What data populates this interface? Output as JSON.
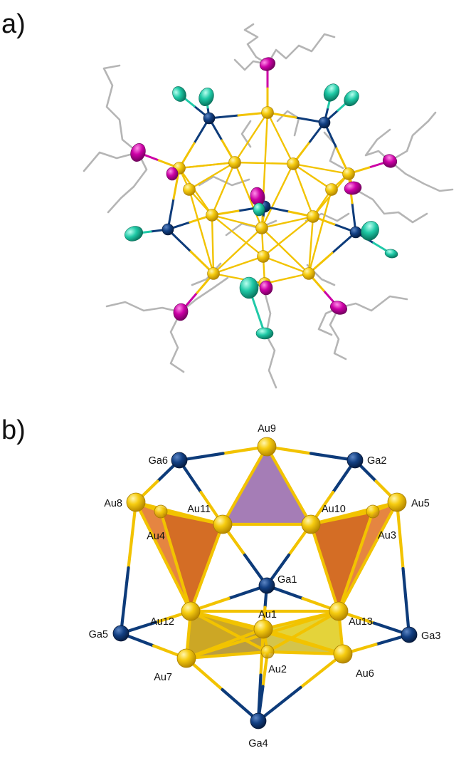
{
  "figure": {
    "panel_a": {
      "label": "a)"
    },
    "panel_b": {
      "label": "b)"
    },
    "colors": {
      "gold": "#f2c300",
      "gold_dark": "#c29200",
      "gallium": "#0d3b7a",
      "phosphorus": "#cc00a6",
      "chlorine": "#20c9a8",
      "carbon": "#b8b8b8",
      "polyhedron_purple": "#9b6fae",
      "polyhedron_orange": "#e07020",
      "polyhedron_olive": "#c9a219",
      "polyhedron_yellow": "#e3d12f"
    },
    "atoms_b": [
      {
        "id": "Au9",
        "label": "Au9",
        "element": "Au"
      },
      {
        "id": "Ga6",
        "label": "Ga6",
        "element": "Ga"
      },
      {
        "id": "Ga2",
        "label": "Ga2",
        "element": "Ga"
      },
      {
        "id": "Au11",
        "label": "Au11",
        "element": "Au"
      },
      {
        "id": "Au10",
        "label": "Au10",
        "element": "Au"
      },
      {
        "id": "Au8",
        "label": "Au8",
        "element": "Au"
      },
      {
        "id": "Au5",
        "label": "Au5",
        "element": "Au"
      },
      {
        "id": "Au4",
        "label": "Au4",
        "element": "Au"
      },
      {
        "id": "Au3",
        "label": "Au3",
        "element": "Au"
      },
      {
        "id": "Ga1",
        "label": "Ga1",
        "element": "Ga"
      },
      {
        "id": "Au1",
        "label": "Au1",
        "element": "Au"
      },
      {
        "id": "Au12",
        "label": "Au12",
        "element": "Au"
      },
      {
        "id": "Au13",
        "label": "Au13",
        "element": "Au"
      },
      {
        "id": "Ga5",
        "label": "Ga5",
        "element": "Ga"
      },
      {
        "id": "Ga3",
        "label": "Ga3",
        "element": "Ga"
      },
      {
        "id": "Au2",
        "label": "Au2",
        "element": "Au"
      },
      {
        "id": "Au7",
        "label": "Au7",
        "element": "Au"
      },
      {
        "id": "Au6",
        "label": "Au6",
        "element": "Au"
      },
      {
        "id": "Ga4",
        "label": "Ga4",
        "element": "Ga"
      }
    ],
    "bonds_b": [
      [
        "Au9",
        "Ga6"
      ],
      [
        "Au9",
        "Ga2"
      ],
      [
        "Au9",
        "Au11"
      ],
      [
        "Au9",
        "Au10"
      ],
      [
        "Au11",
        "Au10"
      ],
      [
        "Ga6",
        "Au11"
      ],
      [
        "Ga6",
        "Au8"
      ],
      [
        "Ga2",
        "Au10"
      ],
      [
        "Ga2",
        "Au5"
      ],
      [
        "Au8",
        "Au11"
      ],
      [
        "Au8",
        "Au4"
      ],
      [
        "Au8",
        "Au12"
      ],
      [
        "Au8",
        "Ga5"
      ],
      [
        "Au5",
        "Au10"
      ],
      [
        "Au5",
        "Au3"
      ],
      [
        "Au5",
        "Au13"
      ],
      [
        "Au5",
        "Ga3"
      ],
      [
        "Au11",
        "Au4"
      ],
      [
        "Au10",
        "Au3"
      ],
      [
        "Au11",
        "Ga1"
      ],
      [
        "Au10",
        "Ga1"
      ],
      [
        "Ga1",
        "Au12"
      ],
      [
        "Ga1",
        "Au13"
      ],
      [
        "Ga1",
        "Au1"
      ],
      [
        "Au11",
        "Au12"
      ],
      [
        "Au10",
        "Au13"
      ],
      [
        "Au4",
        "Au12"
      ],
      [
        "Au3",
        "Au13"
      ],
      [
        "Au12",
        "Au1"
      ],
      [
        "Au13",
        "Au1"
      ],
      [
        "Au12",
        "Au13"
      ],
      [
        "Au12",
        "Ga5"
      ],
      [
        "Au13",
        "Ga3"
      ],
      [
        "Au1",
        "Au2"
      ],
      [
        "Au1",
        "Au7"
      ],
      [
        "Au1",
        "Au6"
      ],
      [
        "Au12",
        "Au7"
      ],
      [
        "Au13",
        "Au6"
      ],
      [
        "Au12",
        "Au2"
      ],
      [
        "Au13",
        "Au2"
      ],
      [
        "Au12",
        "Au6"
      ],
      [
        "Au13",
        "Au7"
      ],
      [
        "Au7",
        "Au2"
      ],
      [
        "Au6",
        "Au2"
      ],
      [
        "Ga5",
        "Au7"
      ],
      [
        "Ga3",
        "Au6"
      ],
      [
        "Au7",
        "Ga4"
      ],
      [
        "Au6",
        "Ga4"
      ],
      [
        "Au2",
        "Ga4"
      ],
      [
        "Au1",
        "Ga4"
      ]
    ]
  }
}
